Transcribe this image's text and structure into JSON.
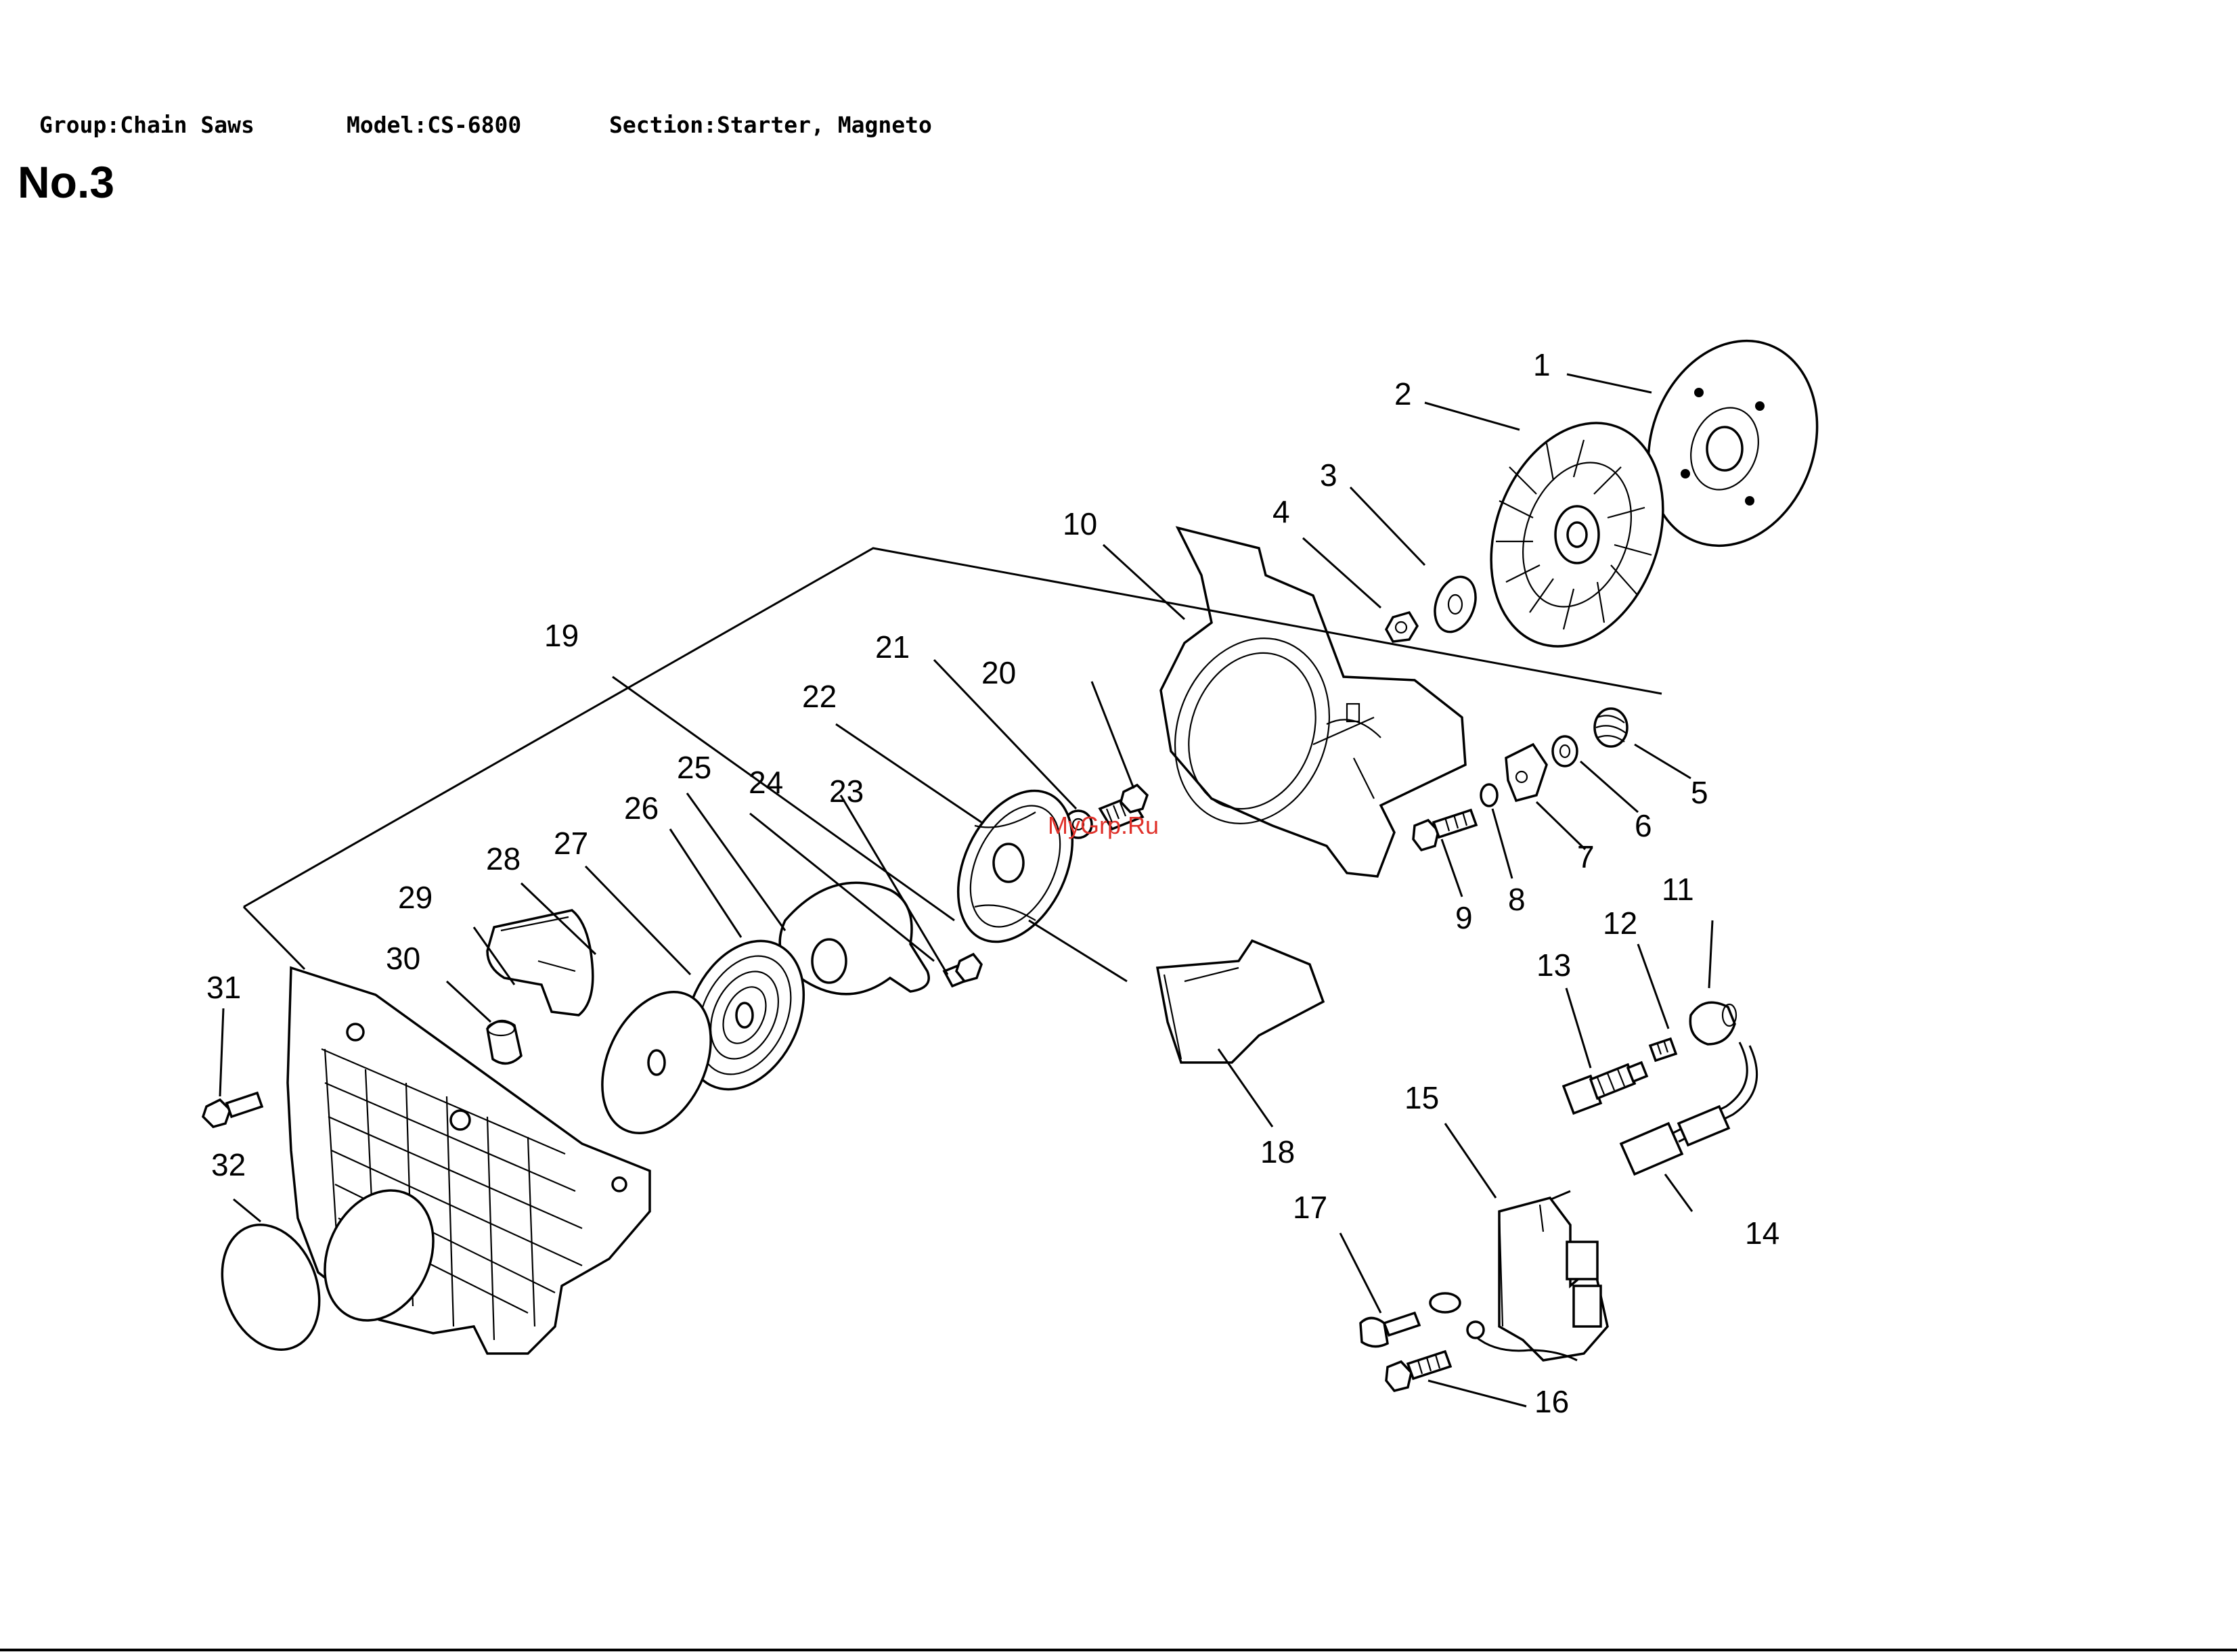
{
  "header": {
    "group": "Group:Chain Saws",
    "model": "Model:CS-6800",
    "section": "Section:Starter, Magneto"
  },
  "title": "No.3",
  "watermark": "MyGrp.Ru",
  "callouts": [
    "1",
    "2",
    "3",
    "4",
    "5",
    "6",
    "7",
    "8",
    "9",
    "10",
    "11",
    "12",
    "13",
    "14",
    "15",
    "16",
    "17",
    "18",
    "19",
    "20",
    "21",
    "22",
    "23",
    "24",
    "25",
    "26",
    "27",
    "28",
    "29",
    "30",
    "31",
    "32"
  ]
}
